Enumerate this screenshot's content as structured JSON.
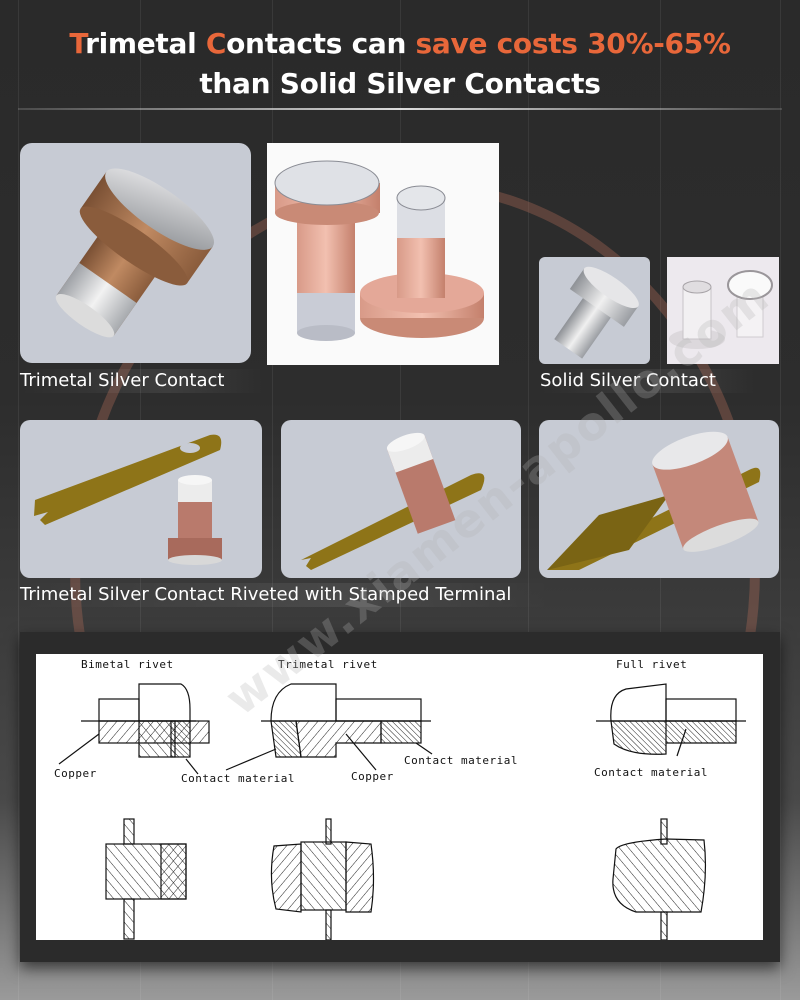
{
  "headline": {
    "line1_part1_accent": "T",
    "line1_part2": "rimetal ",
    "line1_part3_accent": "C",
    "line1_part4": "ontacts can ",
    "line1_part5_accent": "save costs 30%-65%",
    "line2": "than Solid Silver Contacts"
  },
  "colors": {
    "accent": "#e8673a",
    "background": "#2a2a2a",
    "copper": "#b67a56",
    "brass_terminal": "#8e7418",
    "cad_background": "#c7cbd4"
  },
  "sections": {
    "trimetal": {
      "caption": "Trimetal Silver Contact",
      "images": [
        {
          "name": "trimetal-cad-render"
        },
        {
          "name": "trimetal-photo"
        }
      ]
    },
    "solid": {
      "caption": "Solid Silver Contact",
      "images": [
        {
          "name": "solid-silver-cad-render"
        },
        {
          "name": "solid-silver-photo"
        }
      ]
    },
    "riveted": {
      "caption": "Trimetal Silver Contact Riveted with Stamped Terminal",
      "images": [
        {
          "name": "terminal-and-rivet-separate"
        },
        {
          "name": "rivet-inserted-in-terminal"
        },
        {
          "name": "rivet-riveted-to-terminal"
        }
      ]
    }
  },
  "diagram": {
    "bimetal": {
      "title": "Bimetal rivet",
      "labels": [
        "Copper",
        "Contact material"
      ]
    },
    "trimetal": {
      "title": "Trimetal rivet",
      "labels": [
        "Contact material",
        "Copper",
        "Contact material"
      ]
    },
    "full": {
      "title": "Full rivet",
      "labels": [
        "Contact material"
      ]
    }
  },
  "watermark": "www.xiamen-apollo.com"
}
